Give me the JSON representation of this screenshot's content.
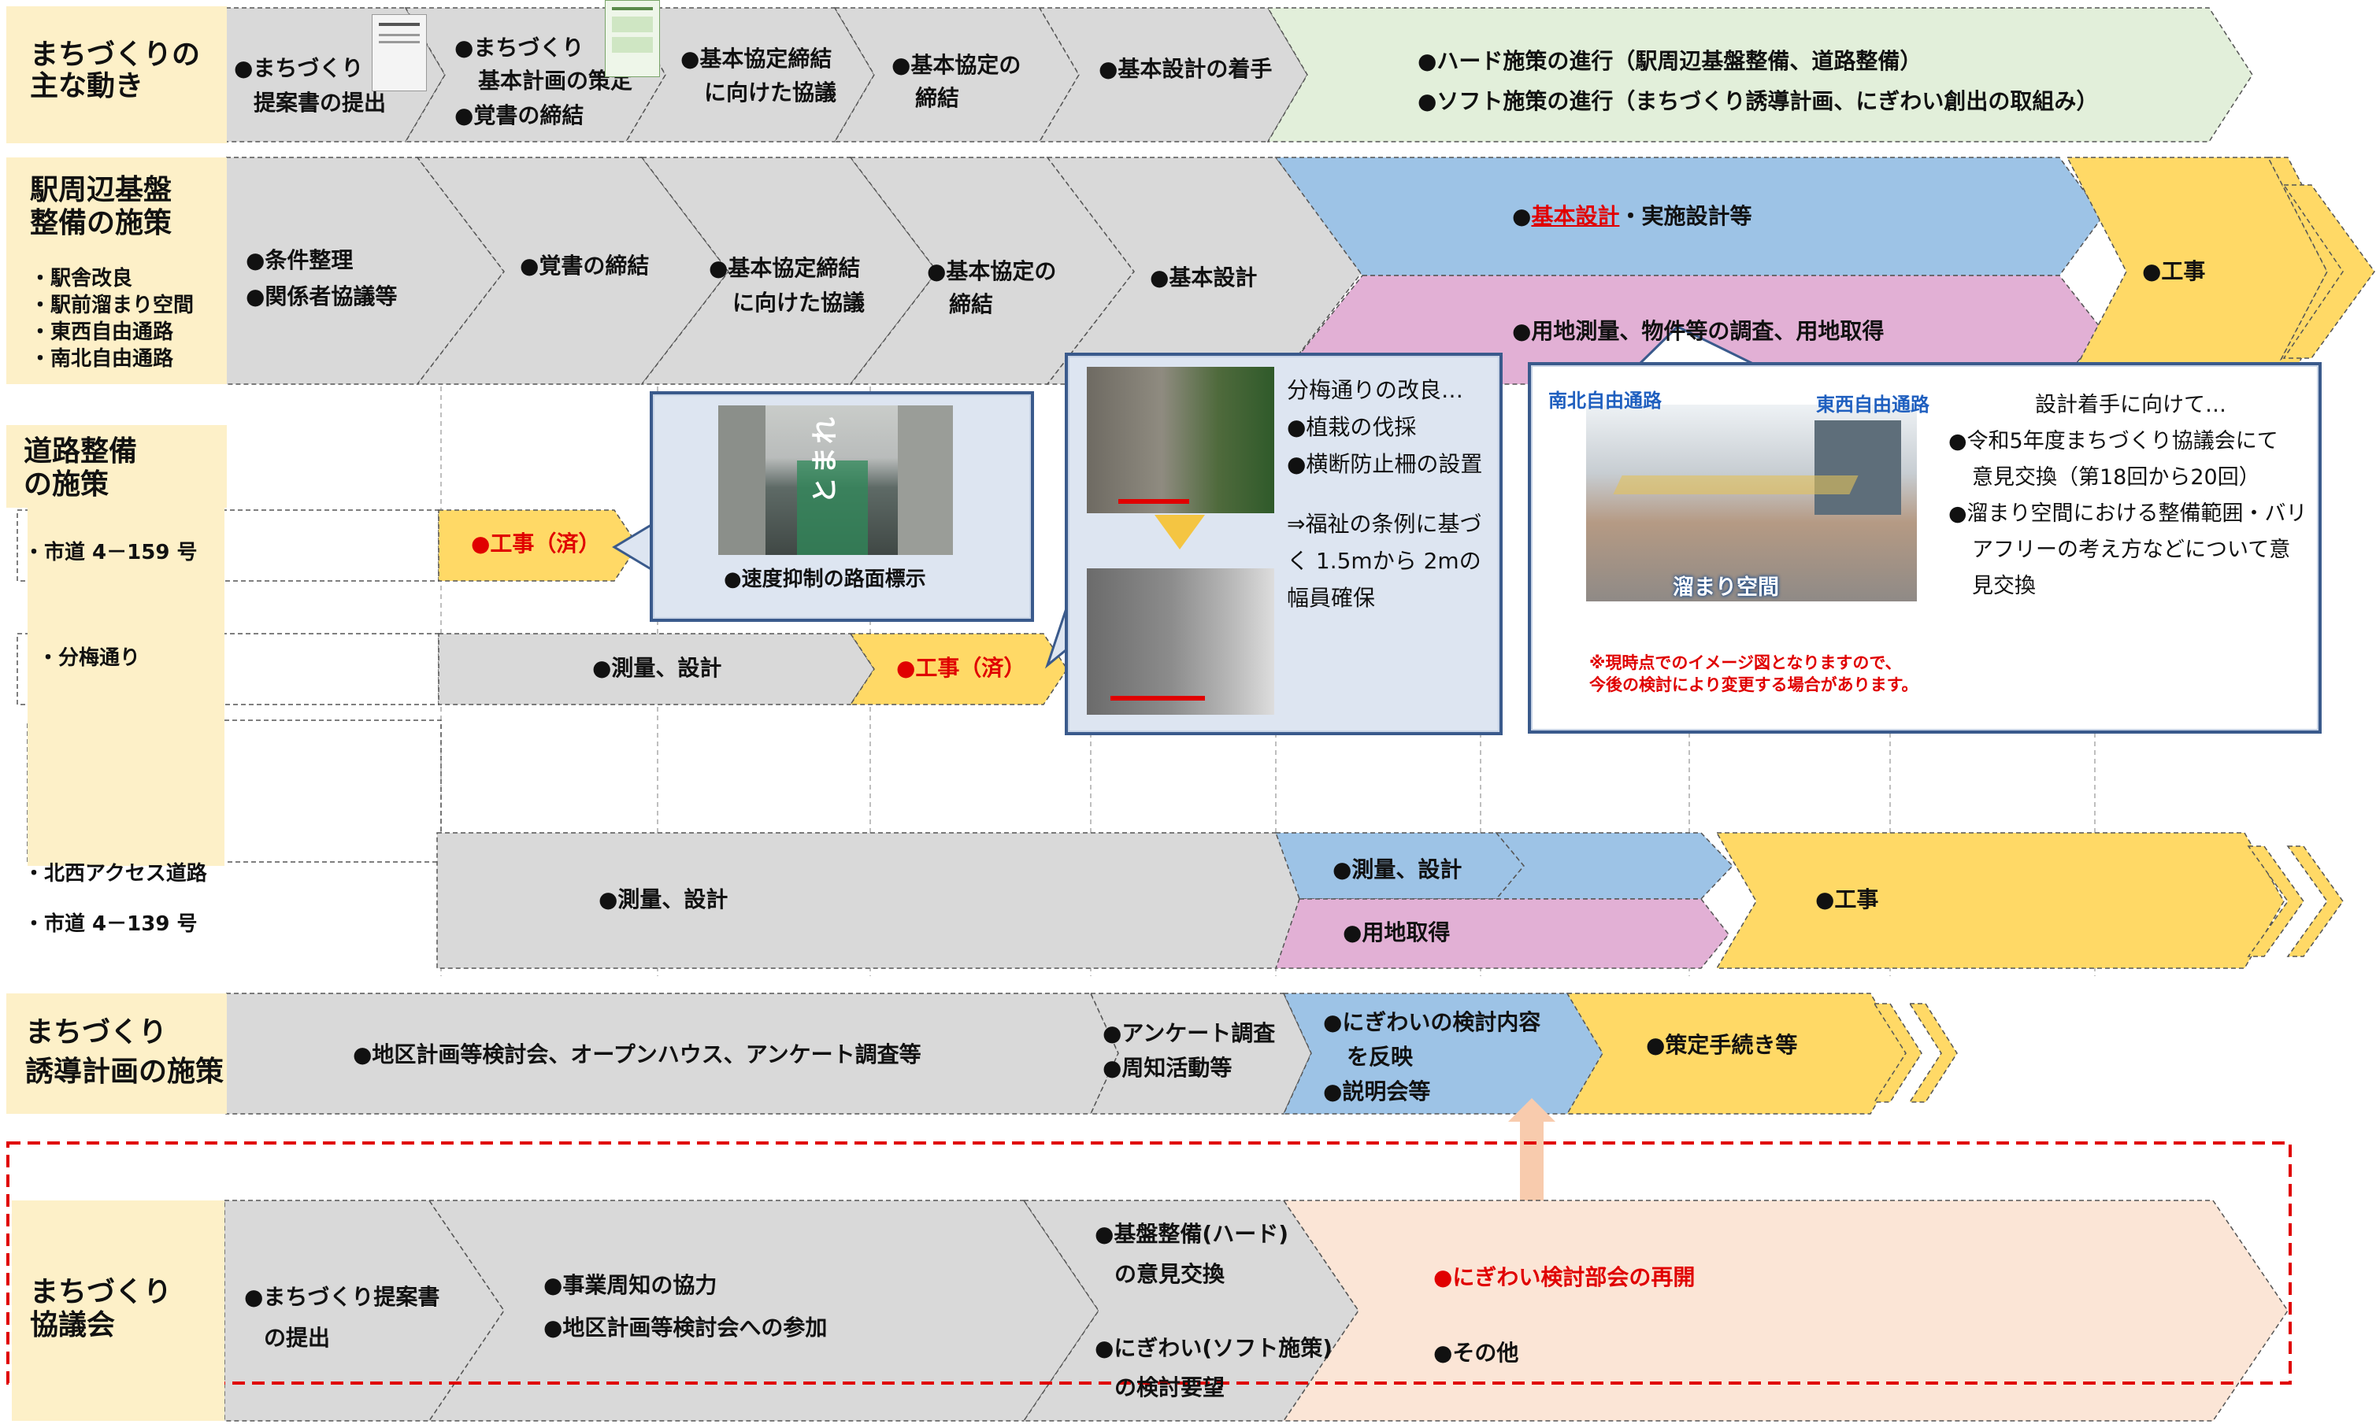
{
  "rows": {
    "main": {
      "title": [
        "まちづくりの",
        "主な動き"
      ]
    },
    "station": {
      "title": [
        "駅周辺基盤",
        "整備の施策"
      ],
      "items": [
        "・駅舎改良",
        "・駅前溜まり空間",
        "・東西自由通路",
        "・南北自由通路"
      ]
    },
    "road": {
      "title": [
        "道路整備",
        "の施策"
      ],
      "road159": "・市道 4－159 号",
      "bunbai": "・分梅通り",
      "northwest": "・北西アクセス道路",
      "road139": "・市道 4－139 号"
    },
    "guidance": {
      "title": [
        "まちづくり",
        "誘導計画の施策"
      ]
    },
    "council": {
      "title": [
        "まちづくり",
        "協議会"
      ]
    }
  },
  "main_row": {
    "s1": [
      "●まちづくり",
      "提案書の提出"
    ],
    "s2": [
      "●まちづくり",
      "基本計画の策定",
      "●覚書の締結"
    ],
    "s3": [
      "●基本協定締結",
      "に向けた協議"
    ],
    "s4": [
      "●基本協定の",
      "締結"
    ],
    "s5": "●基本設計の着手",
    "s6": [
      "●ハード施策の進行（駅周辺基盤整備、道路整備）",
      "●ソフト施策の進行（まちづくり誘導計画、にぎわい創出の取組み）"
    ]
  },
  "station_row": {
    "s1": [
      "●条件整理",
      "●関係者協議等"
    ],
    "s2": "●覚書の締結",
    "s3": [
      "●基本協定締結",
      "に向けた協議"
    ],
    "s4": [
      "●基本協定の",
      "締結"
    ],
    "s5": "●基本設計",
    "blue_bullet": "●",
    "blue_link": "基本設計",
    "blue_rest": "・実施設計等",
    "pink": "●用地測量、物件等の調査、用地取得",
    "construction": "●工事"
  },
  "road_row": {
    "r159_done": "●工事（済）",
    "bunbai_survey": "●測量、設計",
    "bunbai_done": "●工事（済）",
    "nw_survey": "●測量、設計",
    "nw_blue": "●測量、設計",
    "nw_pink": "●用地取得",
    "nw_construction": "●工事"
  },
  "callout1": {
    "caption": "●速度抑制の路面標示",
    "road_marking": "とまれ"
  },
  "callout2": {
    "lines": [
      "分梅通りの改良…",
      "●植栽の伐採",
      "●横断防止柵の設置",
      "⇒福祉の条例に基づ",
      "く 1.5mから 2mの",
      "幅員確保"
    ]
  },
  "callout3": {
    "label_ns": "南北自由通路",
    "label_ew": "東西自由通路",
    "label_plaza": "溜まり空間",
    "lines": [
      "設計着手に向けて…",
      "●令和5年度まちづくり協議会にて",
      "意見交換（第18回から20回）",
      "●溜まり空間における整備範囲・バリ",
      "アフリーの考え方などについて意",
      "見交換"
    ],
    "note": [
      "※現時点でのイメージ図となりますので、",
      "今後の検討により変更する場合があります。"
    ]
  },
  "guidance_row": {
    "s1": "●地区計画等検討会、オープンハウス、アンケート調査等",
    "s2": [
      "●アンケート調査",
      "●周知活動等"
    ],
    "s3": [
      "●にぎわいの検討内容",
      "を反映",
      "●説明会等"
    ],
    "s4": "●策定手続き等"
  },
  "council_row": {
    "s1": [
      "●まちづくり提案書",
      "の提出"
    ],
    "s2": [
      "●事業周知の協力",
      "●地区計画等検討会への参加"
    ],
    "s3": [
      "●基盤整備(ハード)",
      "の意見交換",
      "●にぎわい(ソフト施策)",
      "の検討要望"
    ],
    "s4a": "●にぎわい検討部会の再開",
    "s4b": "●その他"
  },
  "colors": {
    "gray": "#d9d9d9",
    "green": "#e2efda",
    "blue": "#9dc3e6",
    "pink": "#e2b0d5",
    "yellow": "#ffd966",
    "peach": "#fbe5d6",
    "cream": "#fdf0c8",
    "red": "#e00000"
  }
}
